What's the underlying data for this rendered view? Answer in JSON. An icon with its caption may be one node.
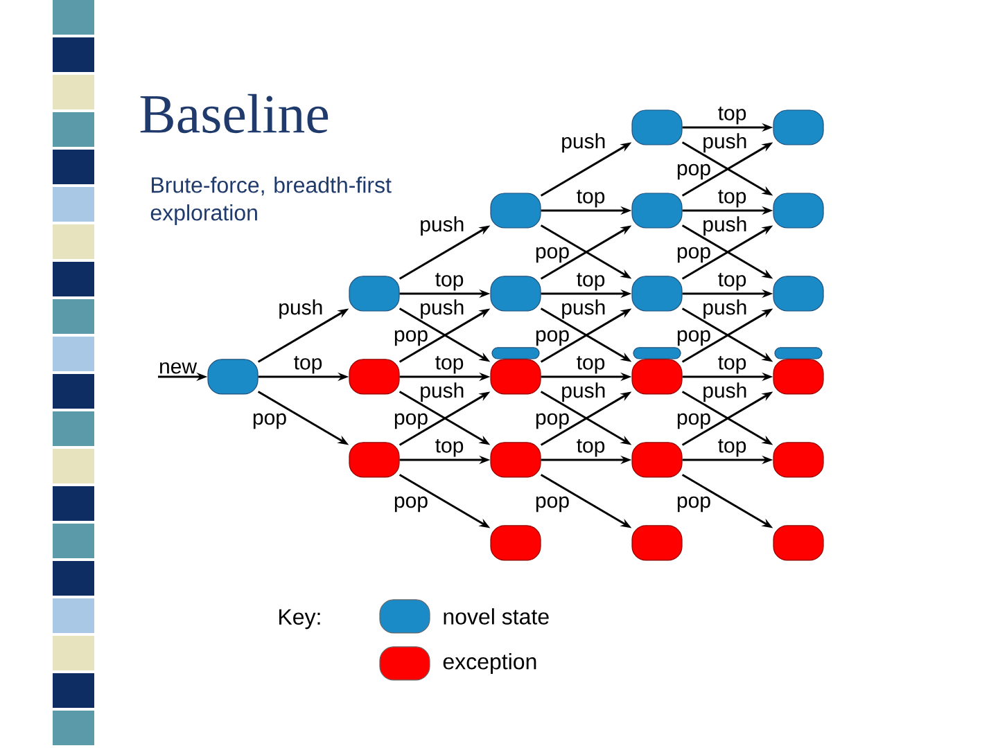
{
  "diagram": {
    "title": "Baseline",
    "nodes": [
      {
        "text": [],
        "shape": "box"
      },
      {
        "text": [],
        "shape": "box"
      },
      {
        "text": [],
        "shape": "box"
      },
      {
        "text": [],
        "shape": "box"
      },
      {
        "text": [],
        "shape": "box"
      },
      {
        "text": [],
        "shape": "box"
      },
      {
        "text": [],
        "shape": "box"
      },
      {
        "text": [],
        "shape": "box"
      },
      {
        "text": [],
        "shape": "box"
      },
      {
        "text": [],
        "shape": "box"
      },
      {
        "text": [],
        "shape": "box"
      },
      {
        "text": [],
        "shape": "box"
      },
      {
        "text": [],
        "shape": "box"
      },
      {
        "text": [],
        "shape": "box"
      },
      {
        "text": [],
        "shape": "box"
      },
      {
        "text": [],
        "shape": "box"
      },
      {
        "text": [],
        "shape": "box"
      },
      {
        "text": [],
        "shape": "box"
      },
      {
        "text": [],
        "shape": "box"
      },
      {
        "text": [],
        "shape": "box"
      },
      {
        "text": [],
        "shape": "box"
      },
      {
        "text": [],
        "shape": "box"
      },
      {
        "text": [],
        "shape": "box"
      },
      {
        "text": [],
        "shape": "box"
      }
    ],
    "edges": [
      {
        "from": null,
        "to": 0,
        "arrow": "to",
        "label": "new"
      },
      {
        "from": 0,
        "to": 1,
        "arrow": "to",
        "label": "push"
      },
      {
        "from": 0,
        "to": 2,
        "arrow": "to",
        "label": "top"
      },
      {
        "from": 0,
        "to": 3,
        "arrow": "to",
        "label": "pop"
      },
      {
        "from": 1,
        "to": 4,
        "arrow": "to",
        "label": "push"
      },
      {
        "from": 1,
        "to": 5,
        "arrow": "to",
        "label": "top"
      },
      {
        "from": 1,
        "to": 7,
        "arrow": "to",
        "label": "pop"
      },
      {
        "from": 2,
        "to": 5,
        "arrow": "to",
        "label": "push"
      },
      {
        "from": 2,
        "to": 7,
        "arrow": "to",
        "label": "top"
      },
      {
        "from": 2,
        "to": 8,
        "arrow": "to",
        "label": "pop"
      },
      {
        "from": 3,
        "to": 7,
        "arrow": "to",
        "label": "push"
      },
      {
        "from": 3,
        "to": 8,
        "arrow": "to",
        "label": "top"
      },
      {
        "from": 3,
        "to": 9,
        "arrow": "to",
        "label": "pop"
      },
      {
        "from": 4,
        "to": 10,
        "arrow": "to",
        "label": "push"
      },
      {
        "from": 4,
        "to": 11,
        "arrow": "to",
        "label": "top"
      },
      {
        "from": 4,
        "to": 12,
        "arrow": "to",
        "label": "pop"
      },
      {
        "from": 5,
        "to": 11,
        "arrow": "to"
      },
      {
        "from": 5,
        "to": 12,
        "arrow": "to",
        "label": "top"
      },
      {
        "from": 5,
        "to": 14,
        "arrow": "to",
        "label": "pop"
      },
      {
        "from": 7,
        "to": 12,
        "arrow": "to",
        "label": "push"
      },
      {
        "from": 7,
        "to": 14,
        "arrow": "to",
        "label": "top"
      },
      {
        "from": 7,
        "to": 15,
        "arrow": "to",
        "label": "pop"
      },
      {
        "from": 8,
        "to": 14,
        "arrow": "to",
        "label": "push"
      },
      {
        "from": 8,
        "to": 15,
        "arrow": "to",
        "label": "top"
      },
      {
        "from": 8,
        "to": 16,
        "arrow": "to",
        "label": "pop"
      },
      {
        "from": 10,
        "to": 17,
        "arrow": "to",
        "label": "top"
      },
      {
        "from": 10,
        "to": 18,
        "arrow": "to",
        "label": "pop"
      },
      {
        "from": 11,
        "to": 17,
        "arrow": "to",
        "label": "push"
      },
      {
        "from": 11,
        "to": 18,
        "arrow": "to",
        "label": "top"
      },
      {
        "from": 11,
        "to": 19,
        "arrow": "to",
        "label": "pop"
      },
      {
        "from": 12,
        "to": 18,
        "arrow": "to",
        "label": "push"
      },
      {
        "from": 12,
        "to": 19,
        "arrow": "to",
        "label": "top"
      },
      {
        "from": 12,
        "to": 21,
        "arrow": "to",
        "label": "pop"
      },
      {
        "from": 14,
        "to": 19,
        "arrow": "to",
        "label": "push"
      },
      {
        "from": 14,
        "to": 21,
        "arrow": "to",
        "label": "top"
      },
      {
        "from": 14,
        "to": 22,
        "arrow": "to",
        "label": "pop"
      },
      {
        "from": 15,
        "to": 21,
        "arrow": "to",
        "label": "push"
      },
      {
        "from": 15,
        "to": 22,
        "arrow": "to",
        "label": "top"
      },
      {
        "from": 15,
        "to": 23,
        "arrow": "to",
        "label": "pop"
      }
    ],
    "labels": [
      "Brute-force, breadth-first exploration",
      "Key:"
    ],
    "legend": [
      {
        "text": "novel state",
        "color": "#1a8bc7"
      },
      {
        "text": "exception",
        "color": "#ff0000"
      }
    ]
  }
}
